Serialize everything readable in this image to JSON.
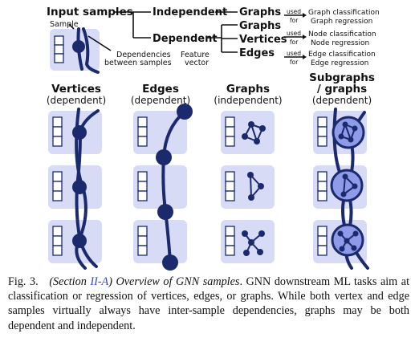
{
  "legend": {
    "input_samples": "Input samples",
    "sample": "Sample",
    "dependencies_line1": "Dependencies",
    "dependencies_line2": "between samples",
    "feature_line1": "Feature",
    "feature_line2": "vector",
    "independent": "Independent",
    "dependent": "Dependent",
    "graphs": "Graphs",
    "vertices": "Vertices",
    "edges": "Edges",
    "used": "used",
    "for": "for",
    "tasks": [
      [
        "Graph classification",
        "Graph regression"
      ],
      [
        "Node classification",
        "Node regression"
      ],
      [
        "Edge classification",
        "Edge regression"
      ]
    ]
  },
  "columns": [
    {
      "title": "Vertices",
      "subtitle": "(dependent)"
    },
    {
      "title": "Edges",
      "subtitle": "(dependent)"
    },
    {
      "title": "Graphs",
      "subtitle": "(independent)"
    },
    {
      "title_line1": "Subgraphs",
      "title_line2": "/ graphs",
      "subtitle": "(dependent)"
    }
  ],
  "caption": {
    "fig": "Fig. 3.",
    "section_open": "(Section ",
    "section_ref": "II-A",
    "section_close": ") Overview of GNN samples",
    "body": ". GNN downstream ML tasks aim at classification or regression of vertices, edges, or graphs. While both vertex and edge samples virtually always have inter-sample dependencies, graphs may be both dependent and independent."
  },
  "colors": {
    "card": "#d7dbf6",
    "navy": "#1a2a6c",
    "subgraph": "#8f9be8",
    "ref": "#2a48c8"
  }
}
